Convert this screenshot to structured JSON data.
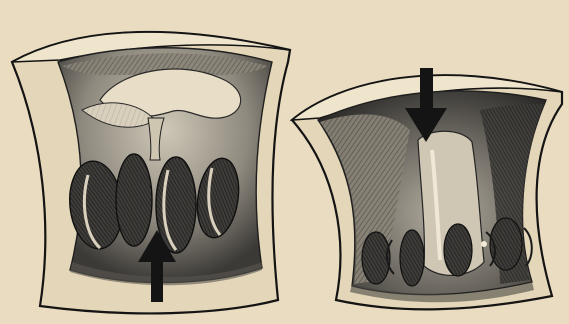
{
  "figure": {
    "panels": [
      {
        "id": "left",
        "arrow": "up",
        "state": "valve-open"
      },
      {
        "id": "right",
        "arrow": "down",
        "state": "valve-closed"
      }
    ],
    "colors": {
      "paper": "#e9dcc0",
      "ink": "#141414",
      "shade_dark": "#3a3a3a",
      "shade_mid": "#7a7a7a",
      "shade_light": "#b9b3a6",
      "highlight": "#f3ead6"
    }
  }
}
